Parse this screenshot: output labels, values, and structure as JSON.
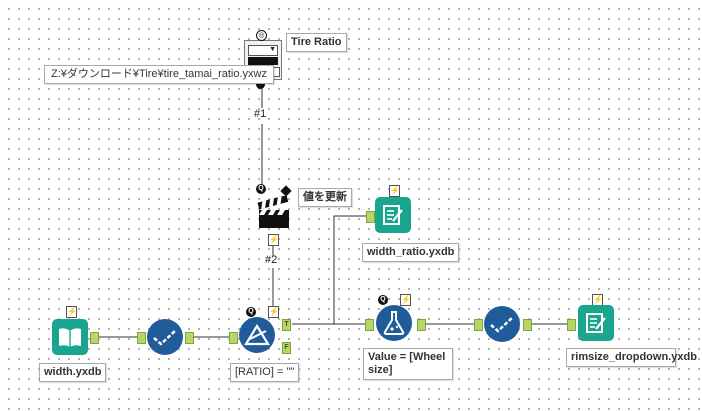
{
  "interface_tool": {
    "label": "Tire Ratio",
    "path": "Z:¥ダウンロード¥Tire¥tire_tamai_ratio.yxwz",
    "connection_number": "#1"
  },
  "action_tool": {
    "label": "値を更新",
    "connection_number": "#2"
  },
  "tools": {
    "input": {
      "label": "width.yxdb"
    },
    "select1": {},
    "filter": {
      "label": "[RATIO] = \"\""
    },
    "formula": {
      "label": "Value = [Wheel size]"
    },
    "select2": {},
    "output_top": {
      "label": "width_ratio.yxdb"
    },
    "output_right": {
      "label": "rimsize_dropdown.yxdb"
    }
  },
  "anchors": {
    "true": "T",
    "false": "F",
    "question": "Q",
    "bolt": "⚡"
  },
  "colors": {
    "teal": "#1aa58e",
    "blue": "#1f5c99",
    "connector": "#b6d66a"
  }
}
